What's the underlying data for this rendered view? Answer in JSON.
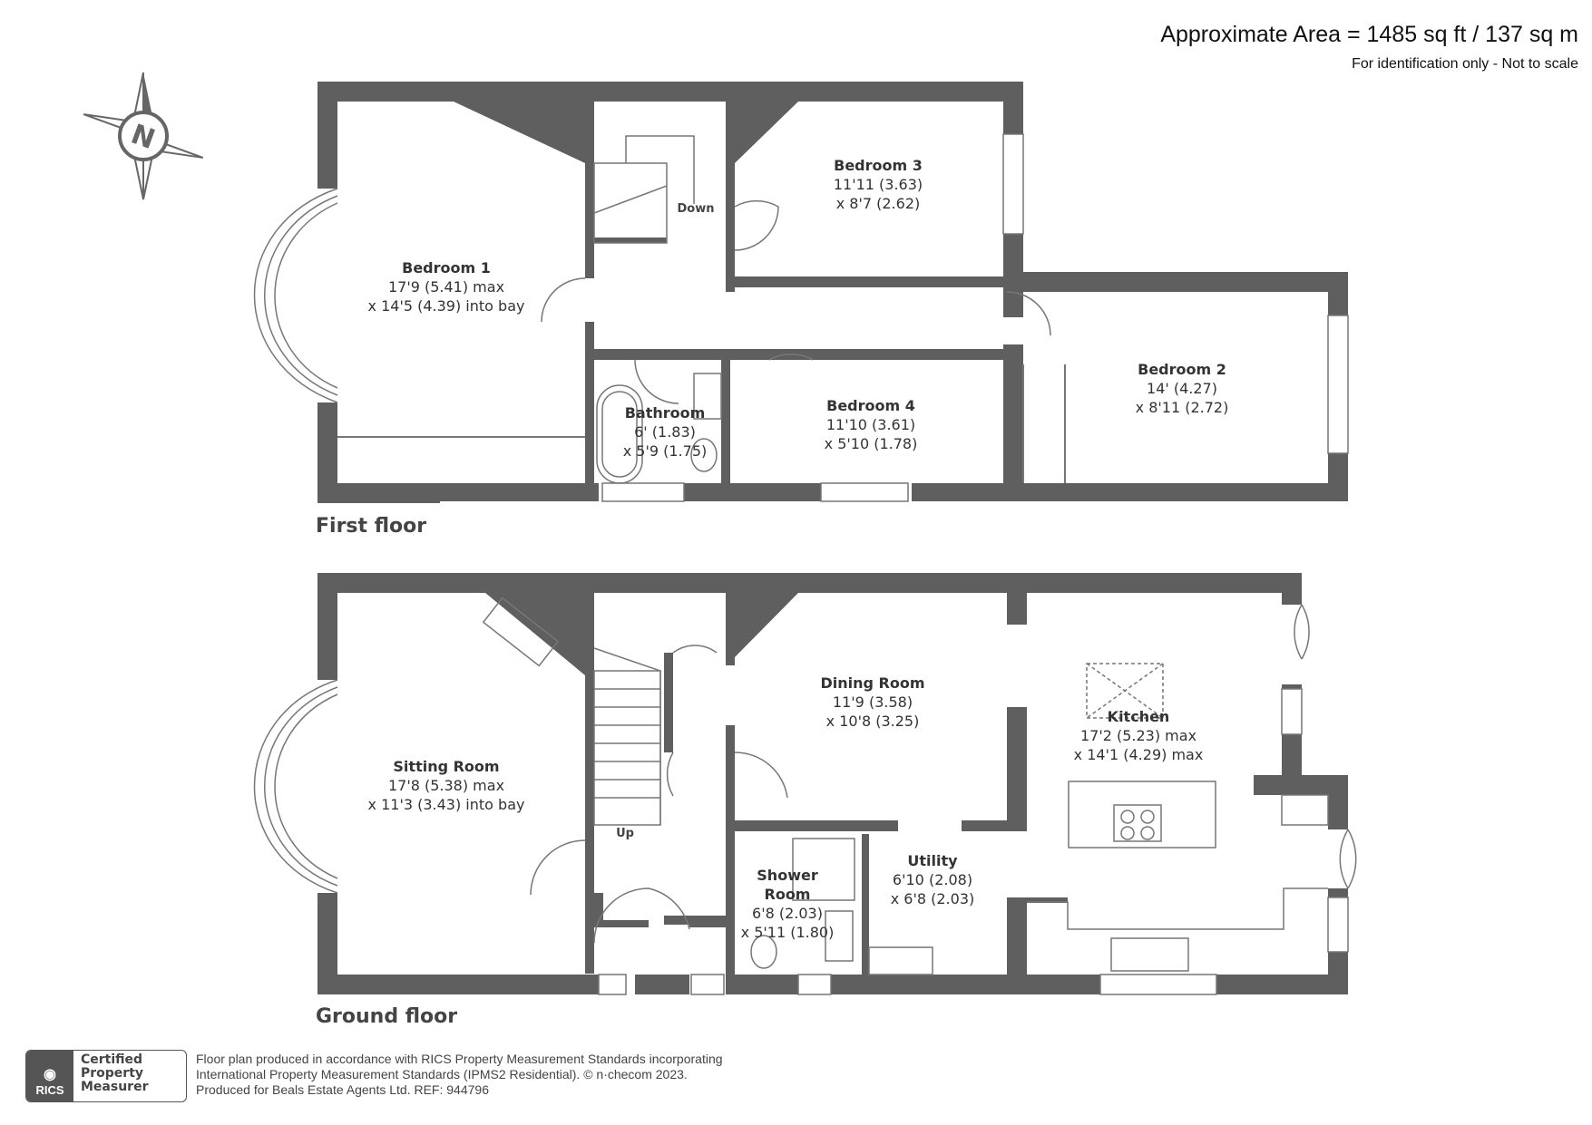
{
  "header": {
    "area": "Approximate Area = 1485 sq ft / 137 sq m",
    "note": "For identification only - Not to scale"
  },
  "compass": {
    "letter": "N",
    "icon": "compass-rose-icon"
  },
  "floors": {
    "first": "First floor",
    "ground": "Ground floor"
  },
  "rooms": {
    "bedroom1": {
      "name": "Bedroom 1",
      "dim1": "17'9 (5.41) max",
      "dim2": "x 14'5 (4.39) into bay"
    },
    "bedroom3": {
      "name": "Bedroom 3",
      "dim1": "11'11 (3.63)",
      "dim2": "x 8'7 (2.62)"
    },
    "bedroom2": {
      "name": "Bedroom 2",
      "dim1": "14' (4.27)",
      "dim2": "x 8'11 (2.72)"
    },
    "bedroom4": {
      "name": "Bedroom 4",
      "dim1": "11'10 (3.61)",
      "dim2": "x 5'10 (1.78)"
    },
    "bathroom": {
      "name": "Bathroom",
      "dim1": "6' (1.83)",
      "dim2": "x 5'9 (1.75)"
    },
    "sitting": {
      "name": "Sitting Room",
      "dim1": "17'8 (5.38) max",
      "dim2": "x 11'3 (3.43) into bay"
    },
    "dining": {
      "name": "Dining Room",
      "dim1": "11'9 (3.58)",
      "dim2": "x 10'8 (3.25)"
    },
    "kitchen": {
      "name": "Kitchen",
      "dim1": "17'2 (5.23) max",
      "dim2": "x 14'1 (4.29) max"
    },
    "utility": {
      "name": "Utility",
      "dim1": "6'10 (2.08)",
      "dim2": "x 6'8 (2.03)"
    },
    "shower": {
      "name1": "Shower",
      "name2": "Room",
      "dim1": "6'8 (2.03)",
      "dim2": "x 5'11 (1.80)"
    }
  },
  "stairs": {
    "down": "Down",
    "up": "Up"
  },
  "footer": {
    "line1": "Floor plan produced in accordance with RICS Property Measurement Standards incorporating",
    "line2": "International Property Measurement Standards (IPMS2 Residential).   © n·checom 2023.",
    "line3": "Produced for Beals Estate Agents Ltd.   REF: 944796"
  },
  "badge": {
    "brand": "RICS",
    "line1": "Certified",
    "line2": "Property",
    "line3": "Measurer"
  },
  "colors": {
    "wall": "#5f5f5f",
    "line": "#777777",
    "text": "#333333"
  }
}
